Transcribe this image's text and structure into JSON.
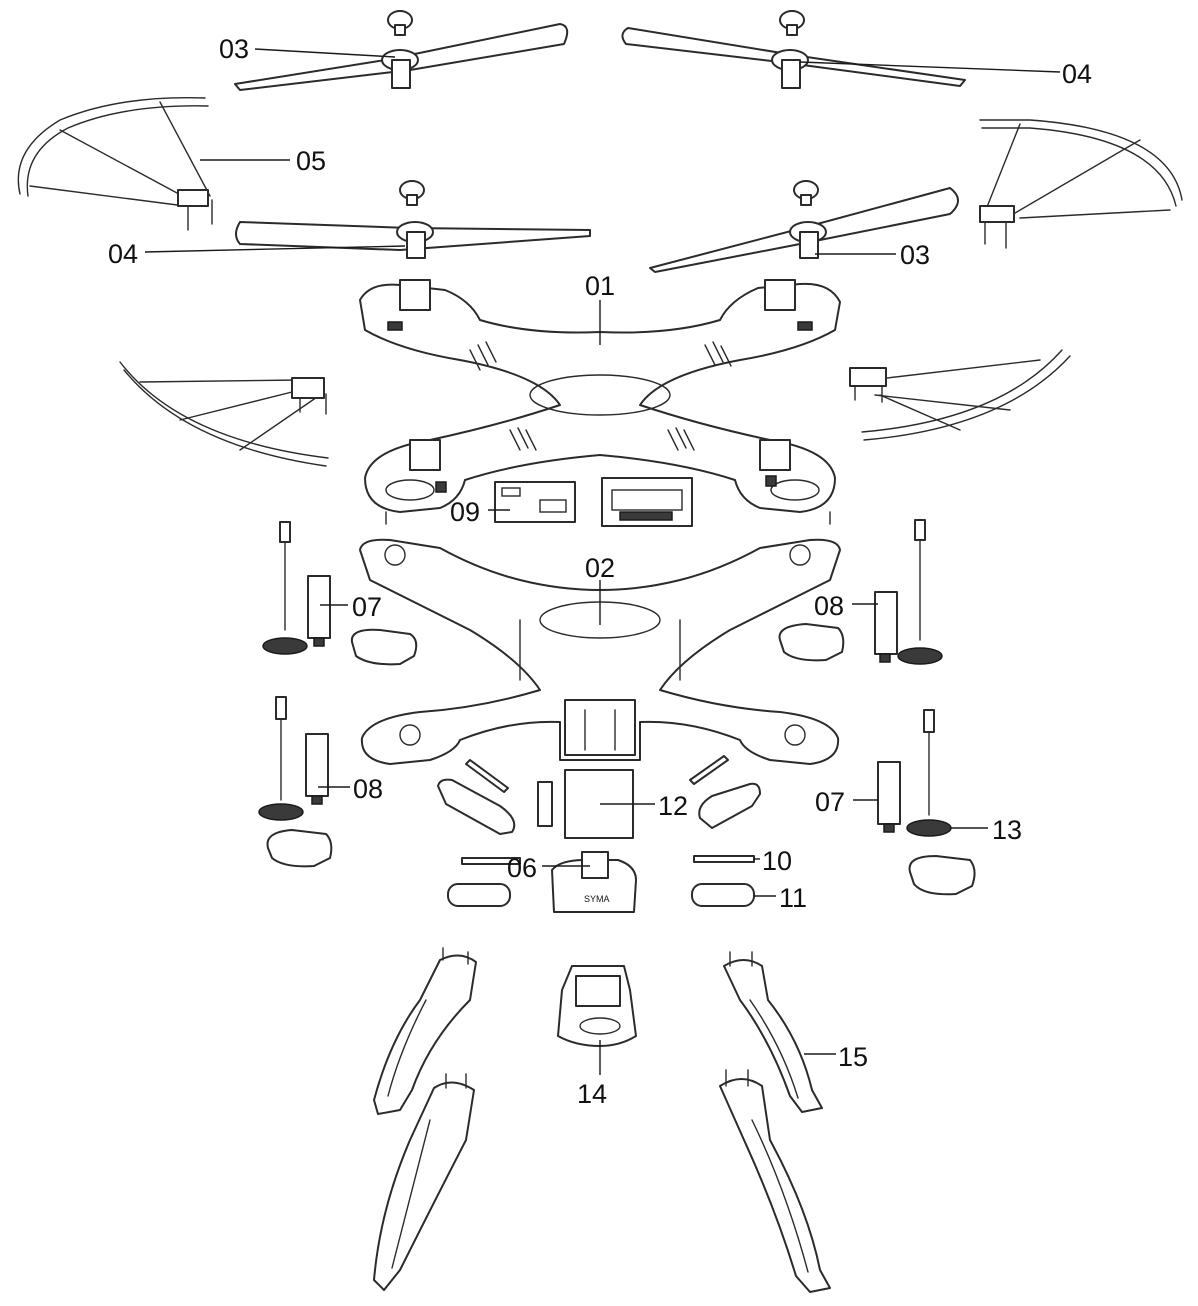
{
  "diagram": {
    "labels": {
      "l01": "01",
      "l02": "02",
      "l03a": "03",
      "l03b": "03",
      "l04a": "04",
      "l04b": "04",
      "l05": "05",
      "l06": "06",
      "l07a": "07",
      "l07b": "07",
      "l08a": "08",
      "l08b": "08",
      "l09": "09",
      "l10": "10",
      "l11": "11",
      "l12": "12",
      "l13": "13",
      "l14": "14",
      "l15": "15"
    },
    "gimbal_text": "SYMA"
  },
  "colors": {
    "line": "#2b2b2b",
    "background": "#ffffff"
  }
}
